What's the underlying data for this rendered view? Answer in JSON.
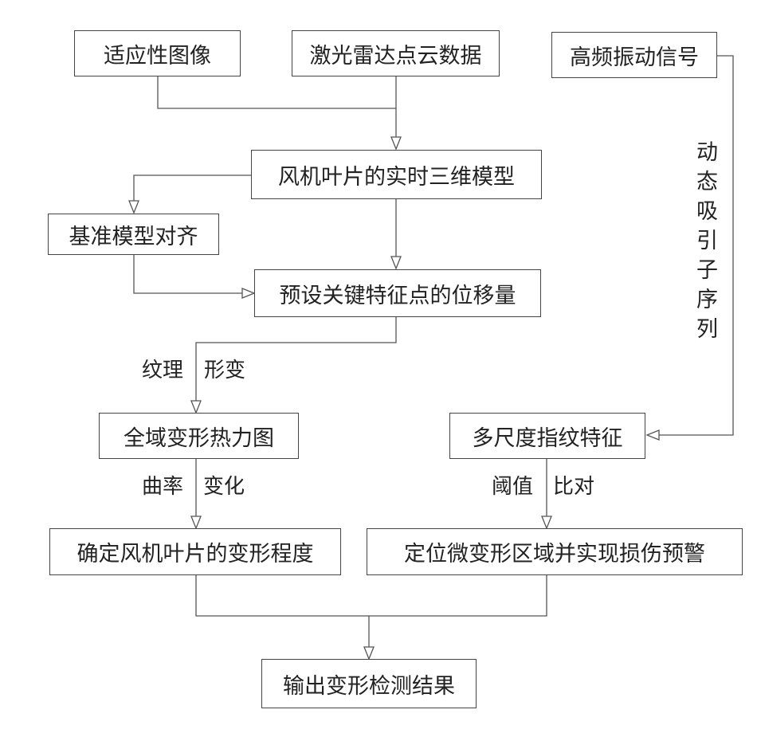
{
  "boxes": {
    "adaptive_image": "适应性图像",
    "lidar_point_cloud": "激光雷达点云数据",
    "hf_vibration_signal": "高频振动信号",
    "realtime_3d_model": "风机叶片的实时三维模型",
    "reference_model_alignment": "基准模型对齐",
    "keypoint_displacement": "预设关键特征点的位移量",
    "global_deformation_heatmap": "全域变形热力图",
    "multiscale_fingerprint": "多尺度指纹特征",
    "deformation_degree": "确定风机叶片的变形程度",
    "micro_deformation_warning": "定位微变形区域并实现损伤预警",
    "output_result": "输出变形检测结果"
  },
  "edge_labels": {
    "texture": "纹理",
    "deformation": "形变",
    "curvature": "曲率",
    "change": "变化",
    "threshold": "阈值",
    "compare": "比对",
    "dynamic_attractor_sequence": "动态吸引子序列"
  }
}
